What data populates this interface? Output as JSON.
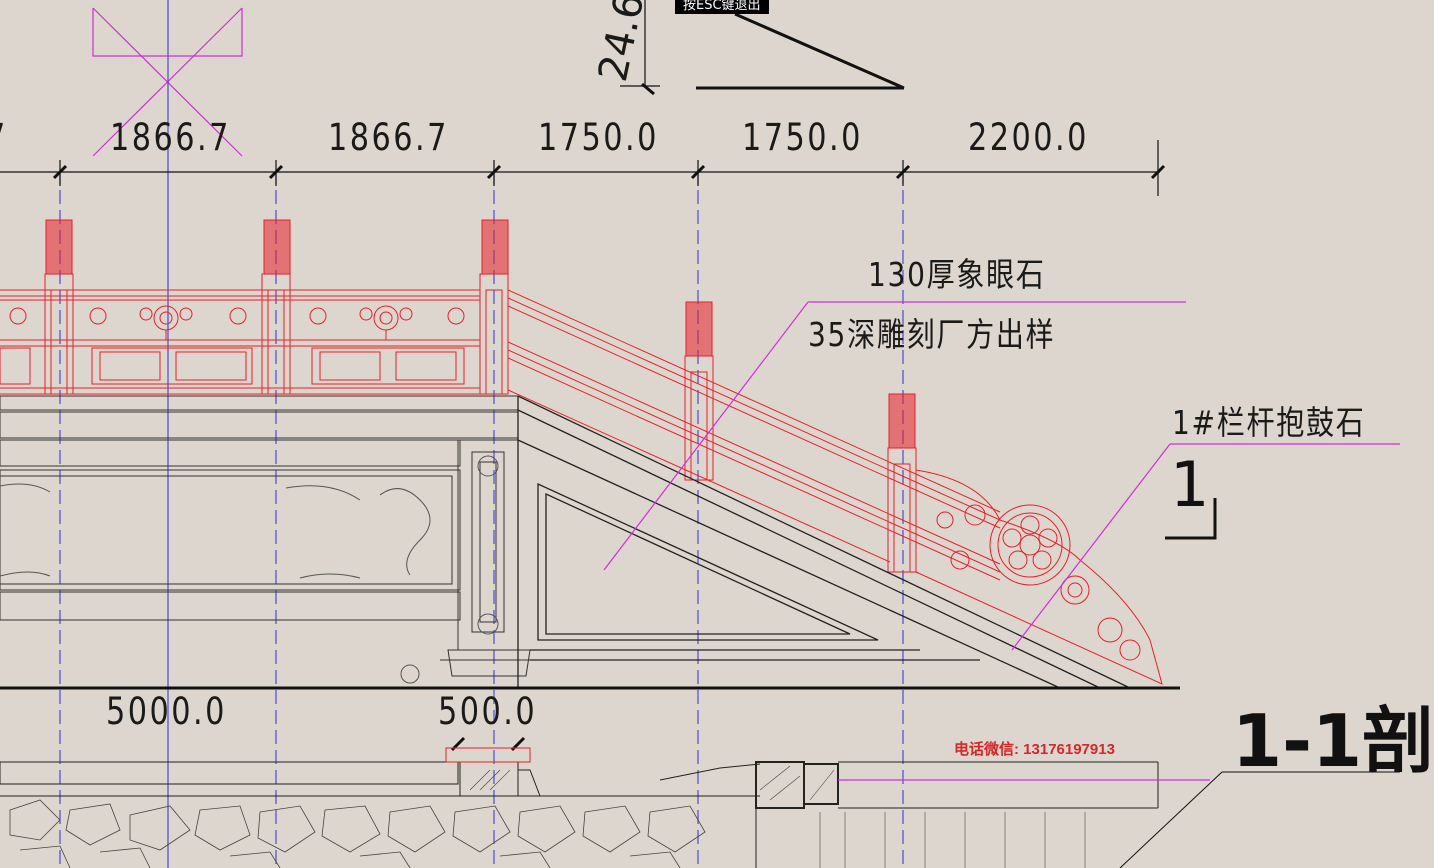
{
  "drawing": {
    "esc_hint": "按ESC键退出",
    "top_dimensions": [
      "1866.7",
      "1866.7",
      "1750.0",
      "1750.0",
      "2200.0"
    ],
    "top_dim_partial": "7",
    "rotated_dim": "24.6",
    "bottom_dimensions": [
      "5000.0",
      "500.0"
    ],
    "annotations": {
      "thickness_note": "130厚象眼石",
      "carving_note": "35深雕刻厂方出样",
      "drum_stone_note": "1#栏杆抱鼓石"
    },
    "section_marker": "1",
    "section_title": "1-1剖",
    "contact": "电话微信: 13176197913",
    "colors": {
      "background": "#dcd6ce",
      "line": "#222222",
      "railing": "#e8202a",
      "leader": "#d22ed8",
      "axis": "#4b4bd6",
      "contact": "#d52828"
    }
  }
}
